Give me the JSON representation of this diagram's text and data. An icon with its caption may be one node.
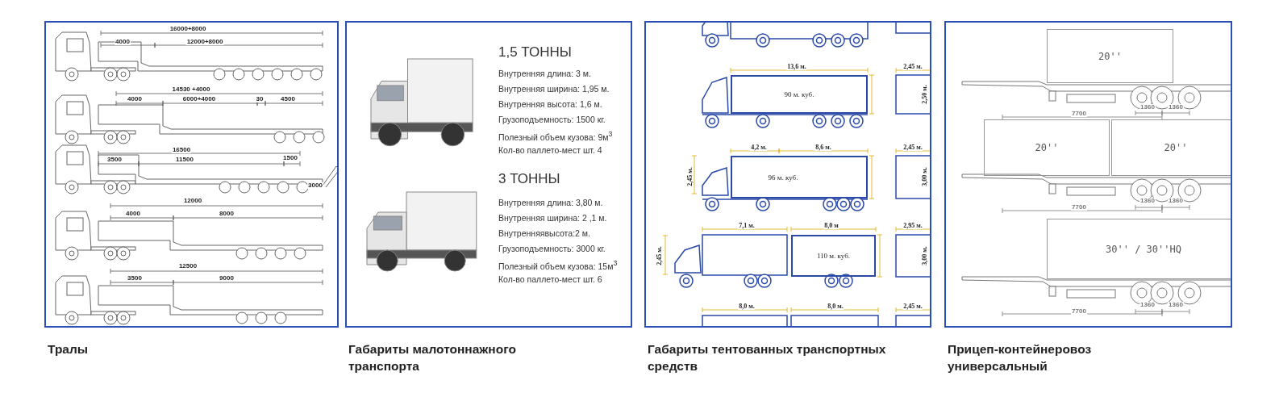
{
  "diagram": {
    "nodes": [
      {
        "text": [
          "Тралы"
        ]
      },
      {
        "text": [
          "Габариты малотоннажного транспорта"
        ]
      },
      {
        "text": [
          "Габариты тентованных транспортных средств"
        ]
      },
      {
        "text": [
          "Прицеп-контейнеровоз универсальный"
        ]
      },
      {
        "text": [
          "90 м. куб."
        ],
        "in": 2
      },
      {
        "text": [
          "96 м. куб."
        ],
        "in": 2
      },
      {
        "text": [
          "110 м. куб."
        ],
        "in": 2
      },
      {
        "text": [
          "20''"
        ],
        "in": 3
      },
      {
        "text": [
          "20''"
        ],
        "in": 3
      },
      {
        "text": [
          "20''"
        ],
        "in": 3
      },
      {
        "text": [
          "30'' / 30''HQ"
        ],
        "in": 3
      }
    ],
    "labels": [
      "16000+8000",
      "4000",
      "12000+8000",
      "14530 +4000",
      "4000",
      "6000+4000",
      "30",
      "4500",
      "16500",
      "3500",
      "11500",
      "1500",
      "3000",
      "12000",
      "4000",
      "8000",
      "12500",
      "3500",
      "9000",
      "13,6 м.",
      "2,45 м.",
      "2,50 м.",
      "4,2 м.",
      "8,6 м.",
      "2,45 м.",
      "2,45 м.",
      "3,00 м.",
      "7,1 м.",
      "8,0 м",
      "2,45 м.",
      "2,95 м.",
      "3,00 м.",
      "8,0 м.",
      "8,0 м.",
      "2,45 м.",
      "7700",
      "1360",
      "1360",
      "7700",
      "1360",
      "1360",
      "7700",
      "1360",
      "1360",
      "1,5 ТОННЫ",
      "Внутренняя длина: 3 м.",
      "Внутренняя ширина: 1,95 м.",
      "Внутренняя высота: 1,6 м.",
      "Грузоподъемность: 1500 кг.",
      "Полезный объем кузова: 9м$^{3}$",
      "Кол-во паллето-мест шт. 4",
      "3 ТОННЫ",
      "Внутренняя длина: 3,80 м.",
      "Внутренняя ширина: 2 ,1 м.",
      "Внутренняявысота:2 м.",
      "Грузоподъемность: 3000 кг.",
      "Полезный объем кузова: 15м$^{3}$",
      "Кол-во паллето-мест шт. 6"
    ]
  }
}
